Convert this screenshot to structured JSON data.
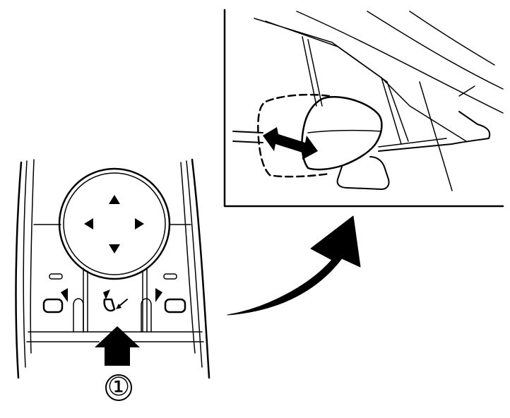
{
  "diagram": {
    "step_marker": "①",
    "icons": [
      "mirror-fold-switch",
      "left-mirror-select-icon",
      "right-mirror-select-icon",
      "fold-mirror-icon",
      "direction-pad-up",
      "direction-pad-down",
      "direction-pad-left",
      "direction-pad-right",
      "press-arrow-icon",
      "transition-arrow-icon",
      "fold-motion-arrow-icon"
    ],
    "colors": {
      "line": "#000000",
      "background": "#ffffff"
    }
  }
}
